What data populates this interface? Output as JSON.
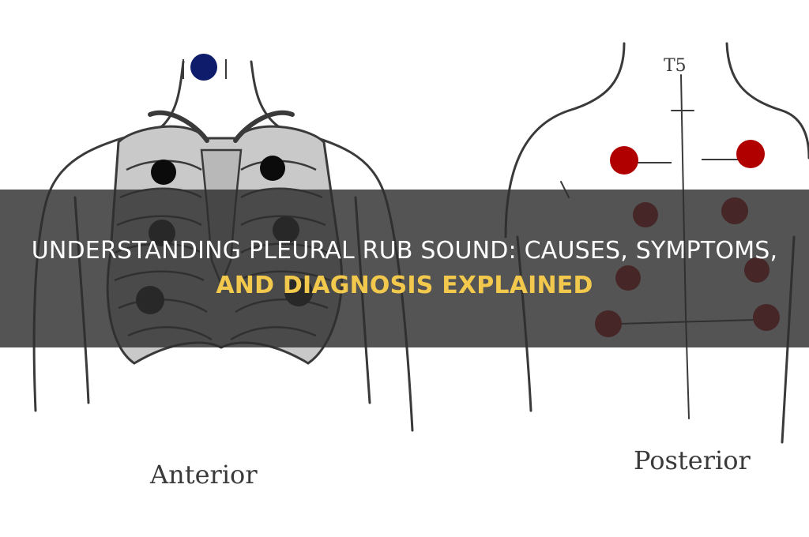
{
  "article": {
    "title_line1": "Understanding Pleural Rub Sound: Causes, Symptoms,",
    "title_line2": "And Diagnosis Explained"
  },
  "illustration": {
    "anterior_label": "Anterior",
    "posterior_label": "Posterior",
    "spine_label": "T5",
    "colors": {
      "anterior_points": "#0b0b0b",
      "top_point": "#0f1c6b",
      "posterior_points": "#b00000",
      "banner_bg": "#2e2e2e",
      "title_accent": "#f2c94c"
    }
  }
}
